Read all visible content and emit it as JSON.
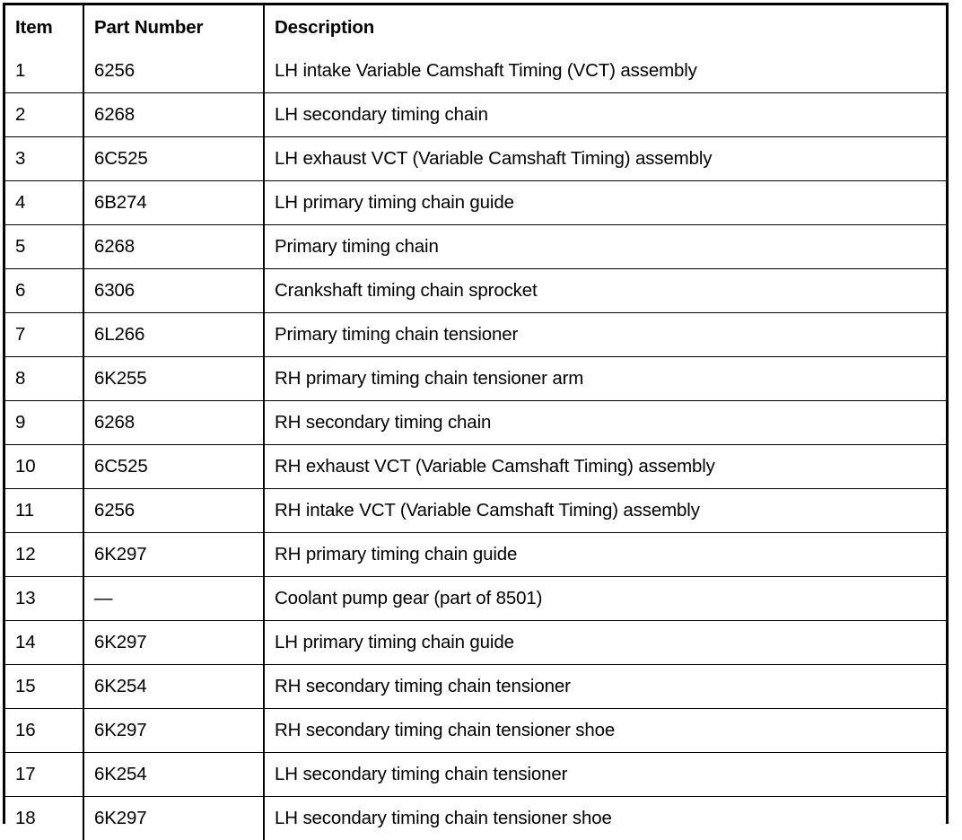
{
  "table": {
    "columns": [
      {
        "key": "item",
        "label": "Item"
      },
      {
        "key": "part_number",
        "label": "Part Number"
      },
      {
        "key": "description",
        "label": "Description"
      }
    ],
    "rows": [
      {
        "item": "1",
        "part_number": "6256",
        "description": "LH intake Variable Camshaft Timing (VCT) assembly"
      },
      {
        "item": "2",
        "part_number": "6268",
        "description": "LH secondary timing chain"
      },
      {
        "item": "3",
        "part_number": "6C525",
        "description": "LH exhaust VCT (Variable Camshaft Timing) assembly"
      },
      {
        "item": "4",
        "part_number": "6B274",
        "description": "LH primary timing chain guide"
      },
      {
        "item": "5",
        "part_number": "6268",
        "description": "Primary timing chain"
      },
      {
        "item": "6",
        "part_number": "6306",
        "description": "Crankshaft timing chain sprocket"
      },
      {
        "item": "7",
        "part_number": "6L266",
        "description": "Primary timing chain tensioner"
      },
      {
        "item": "8",
        "part_number": "6K255",
        "description": "RH primary timing chain tensioner arm"
      },
      {
        "item": "9",
        "part_number": "6268",
        "description": "RH secondary timing chain"
      },
      {
        "item": "10",
        "part_number": "6C525",
        "description": "RH exhaust VCT (Variable Camshaft Timing) assembly"
      },
      {
        "item": "11",
        "part_number": "6256",
        "description": "RH intake VCT (Variable Camshaft Timing) assembly"
      },
      {
        "item": "12",
        "part_number": "6K297",
        "description": "RH primary timing chain guide"
      },
      {
        "item": "13",
        "part_number": "—",
        "description": "Coolant pump gear (part of 8501)"
      },
      {
        "item": "14",
        "part_number": "6K297",
        "description": "LH primary timing chain guide"
      },
      {
        "item": "15",
        "part_number": "6K254",
        "description": "RH secondary timing chain tensioner"
      },
      {
        "item": "16",
        "part_number": "6K297",
        "description": "RH secondary timing chain tensioner shoe"
      },
      {
        "item": "17",
        "part_number": "6K254",
        "description": "LH secondary timing chain tensioner"
      },
      {
        "item": "18",
        "part_number": "6K297",
        "description": "LH secondary timing chain tensioner shoe"
      }
    ]
  },
  "style": {
    "border_color": "#000000",
    "background_color": "#ffffff",
    "text_color": "#000000"
  }
}
